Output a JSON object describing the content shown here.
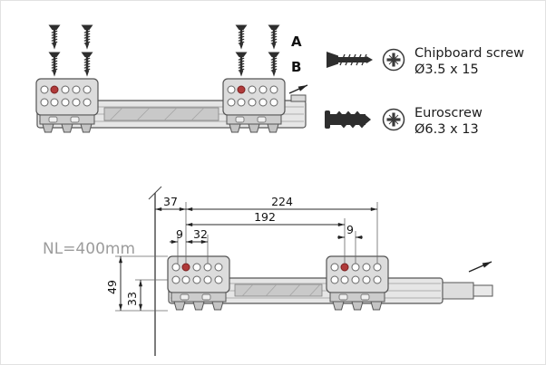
{
  "colors": {
    "marker_red": "#b03a3a",
    "screw_dark": "#2e2e2e",
    "nl_gray": "#9c9c9c"
  },
  "screw_rows": {
    "row_a_label": "A",
    "row_b_label": "B"
  },
  "legend": {
    "items": [
      {
        "name": "Chipboard screw",
        "size": "Ø3.5 x 15"
      },
      {
        "name": "Euroscrew",
        "size": "Ø6.3 x 13"
      }
    ]
  },
  "drawing": {
    "nl_label": "NL=400mm",
    "dims": {
      "front_offset": "37",
      "overall_pitch": "224",
      "rear_pitch": "192",
      "left_offset": "9",
      "hole_pitch": "32",
      "right_offset": "9",
      "height_total": "49",
      "height_axis": "33"
    }
  }
}
